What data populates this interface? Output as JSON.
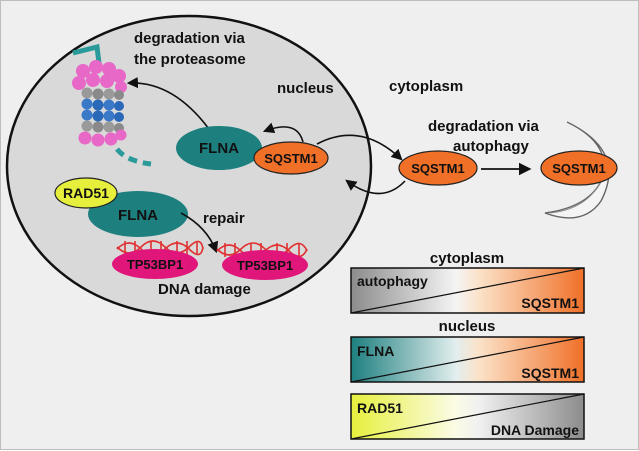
{
  "labels": {
    "degradation_proteasome_line1": "degradation via",
    "degradation_proteasome_line2": "the proteasome",
    "nucleus": "nucleus",
    "cytoplasm": "cytoplasm",
    "degradation_autophagy_line1": "degradation via",
    "degradation_autophagy_line2": "autophagy",
    "repair": "repair",
    "dna_damage": "DNA damage"
  },
  "proteins": {
    "flna_upper": "FLNA",
    "sqstm1_nuclear": "SQSTM1",
    "sqstm1_cytoplasm": "SQSTM1",
    "sqstm1_autophagosome": "SQSTM1",
    "rad51": "RAD51",
    "flna_lower": "FLNA",
    "tp53bp1_left": "TP53BP1",
    "tp53bp1_right": "TP53BP1"
  },
  "gradients": {
    "cytoplasm": {
      "title": "cytoplasm",
      "left_label": "autophagy",
      "right_label": "SQSTM1"
    },
    "nucleus": {
      "title": "nucleus",
      "left_label": "FLNA",
      "right_label": "SQSTM1"
    },
    "rad51": {
      "title": "",
      "left_label": "RAD51",
      "right_label": "DNA Damage"
    }
  },
  "colors": {
    "nucleus_fill": "#d9d9d9",
    "flna": "#1e7f7f",
    "sqstm1": "#f07028",
    "rad51": "#e6f03c",
    "tp53bp1": "#e0167a",
    "dna_red": "#e03030",
    "proteasome_pink": "#e868c8",
    "proteasome_grey": "#9a9a9a",
    "proteasome_blue": "#3a78c8",
    "chain_teal": "#2a9a9a"
  }
}
